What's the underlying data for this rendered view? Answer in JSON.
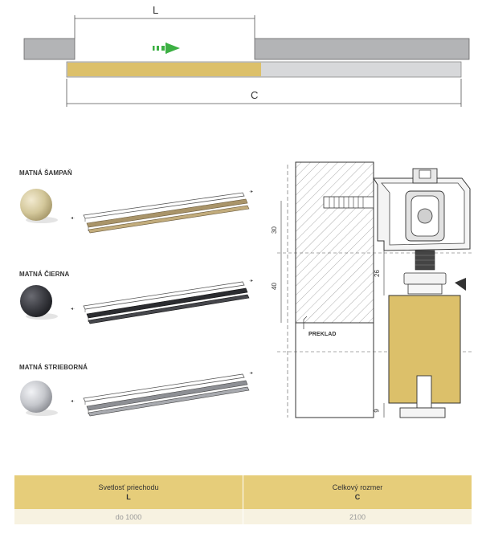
{
  "top_diagram": {
    "dim_L": "L",
    "dim_C": "C"
  },
  "variants": [
    {
      "label": "MATNÁ ŠAMPAŇ",
      "color": "#c8b98a",
      "ball_color": "#d9cfa2"
    },
    {
      "label": "MATNÁ ČIERNA",
      "color": "#3a3b40",
      "ball_color": "#3f4046"
    },
    {
      "label": "MATNÁ STRIEBORNÁ",
      "color": "#a9aaae",
      "ball_color": "#c7c9ce"
    }
  ],
  "section": {
    "dim_30": "30",
    "dim_40": "40",
    "dim_26": "26",
    "dim_9": "9",
    "preklad": "PREKLAD"
  },
  "spec_table": {
    "col1_title": "Svetlosť priechodu",
    "col1_symbol": "L",
    "col2_title": "Celkový rozmer",
    "col2_symbol": "C",
    "col1_value": "do 1000",
    "col2_value": "2100"
  },
  "colors": {
    "accent": "#e6cd7a",
    "door": "#dcc06a",
    "arrow": "#3cb043",
    "wall": "#b3b4b6"
  }
}
